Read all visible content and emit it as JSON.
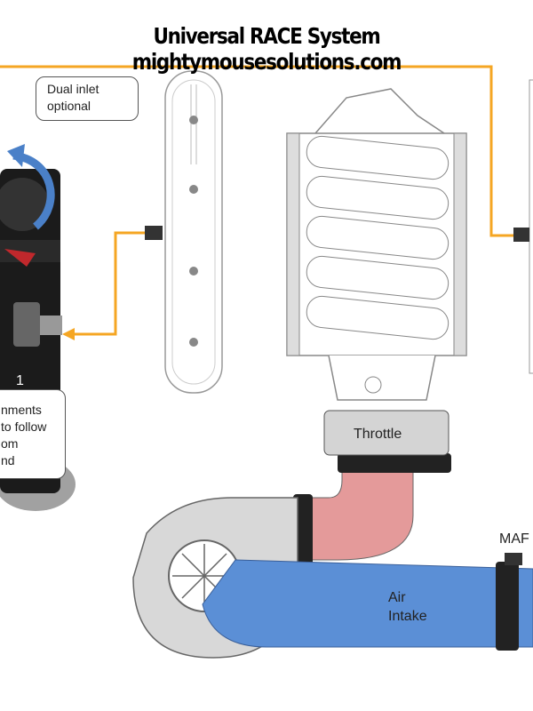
{
  "title": "Universal RACE System mightymousesolutions.com",
  "callouts": {
    "dual_inlet": [
      "Dual inlet",
      "optional"
    ],
    "left_note": [
      "nments",
      "to follow",
      "om",
      "nd"
    ]
  },
  "labels": {
    "can_number": "1",
    "throttle": "Throttle",
    "maf": "MAF",
    "air_intake": [
      "Air",
      "Intake"
    ]
  },
  "colors": {
    "hose": "#f5a623",
    "arrow": "#4a80c8",
    "intake_pipe": "#5b8fd6",
    "hot_pipe": "#e08080"
  }
}
